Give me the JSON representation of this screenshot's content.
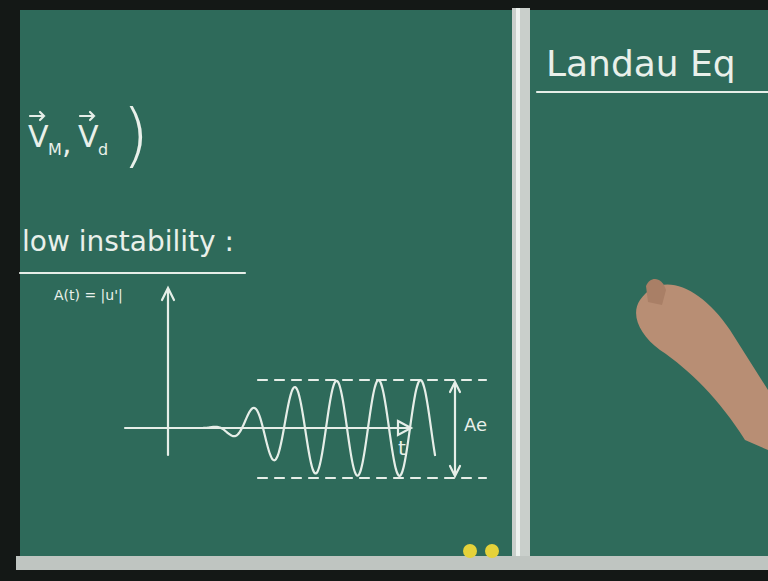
{
  "diagram": {
    "title": "Landau Eq",
    "labels": [
      "V",
      "M",
      ",",
      "V",
      "d",
      ")",
      "low instability :",
      "A(t) = |u'|",
      "t",
      "Ae"
    ]
  }
}
